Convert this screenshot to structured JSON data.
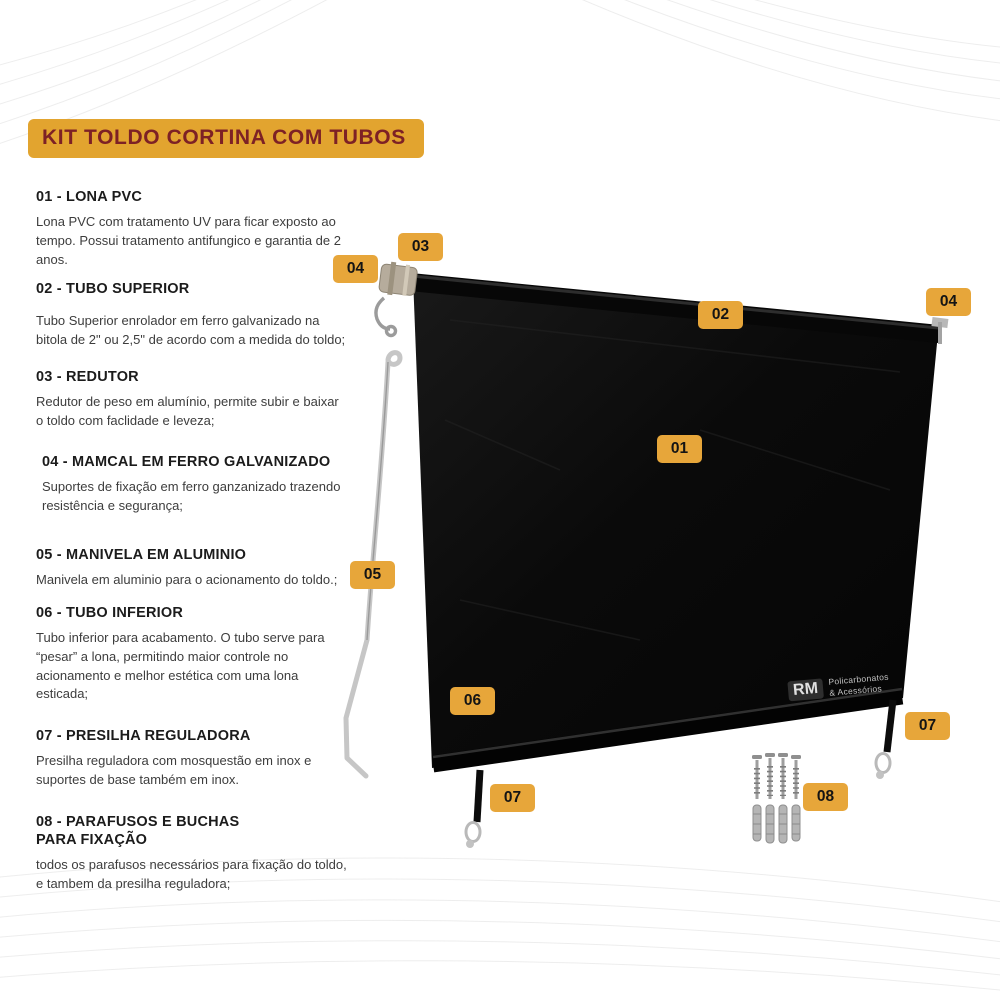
{
  "page": {
    "title": "KIT TOLDO CORTINA COM TUBOS"
  },
  "items": [
    {
      "num": "01",
      "heading": "01 - LONA PVC",
      "body": "Lona PVC com tratamento UV para ficar exposto ao tempo. Possui tratamento antifungico e garantia de 2 anos."
    },
    {
      "num": "02",
      "heading": "02 - TUBO SUPERIOR",
      "body": "Tubo Superior enrolador em ferro galvanizado na bitola de 2\" ou 2,5\" de acordo com a medida do toldo;"
    },
    {
      "num": "03",
      "heading": "03 - REDUTOR",
      "body": "Redutor de peso em alumínio, permite subir e baixar o toldo com faclidade e leveza;"
    },
    {
      "num": "04",
      "heading": "04 - MAMCAL EM FERRO GALVANIZADO",
      "body": "Suportes de fixação em ferro ganzanizado trazendo resistência e segurança;"
    },
    {
      "num": "05",
      "heading": "05 - MANIVELA EM ALUMINIO",
      "body": "Manivela em aluminio para o acionamento do toldo.;"
    },
    {
      "num": "06",
      "heading": "06 - TUBO INFERIOR",
      "body": "Tubo inferior para acabamento. O tubo serve para “pesar” a lona, permitindo maior controle no acionamento e melhor estética com uma lona esticada;"
    },
    {
      "num": "07",
      "heading": "07 - PRESILHA REGULADORA",
      "body": "Presilha reguladora com mosquestão em inox e suportes de base também em inox."
    },
    {
      "num": "08",
      "heading": "08 - PARAFUSOS E BUCHAS PARA FIXAÇÃO",
      "body": "todos os parafusos necessários para fixação do toldo, e tambem da presilha reguladora;"
    }
  ],
  "badges": [
    {
      "id": "badge-03",
      "label": "03"
    },
    {
      "id": "badge-04-left",
      "label": "04"
    },
    {
      "id": "badge-02",
      "label": "02"
    },
    {
      "id": "badge-04-right",
      "label": "04"
    },
    {
      "id": "badge-01",
      "label": "01"
    },
    {
      "id": "badge-05",
      "label": "05"
    },
    {
      "id": "badge-06",
      "label": "06"
    },
    {
      "id": "badge-07-left",
      "label": "07"
    },
    {
      "id": "badge-07-right",
      "label": "07"
    },
    {
      "id": "badge-08",
      "label": "08"
    }
  ],
  "watermark": {
    "brand": "RM",
    "line1": "Policarbonatos",
    "line2": "& Acessórios"
  },
  "colors": {
    "accent_gold": "#E2A42F",
    "title_text": "#7D2125",
    "badge_bg": "#E7A63A",
    "badge_text": "#141414",
    "canvas_black": "#0a0a0a",
    "body_text": "#3d3d3d"
  }
}
